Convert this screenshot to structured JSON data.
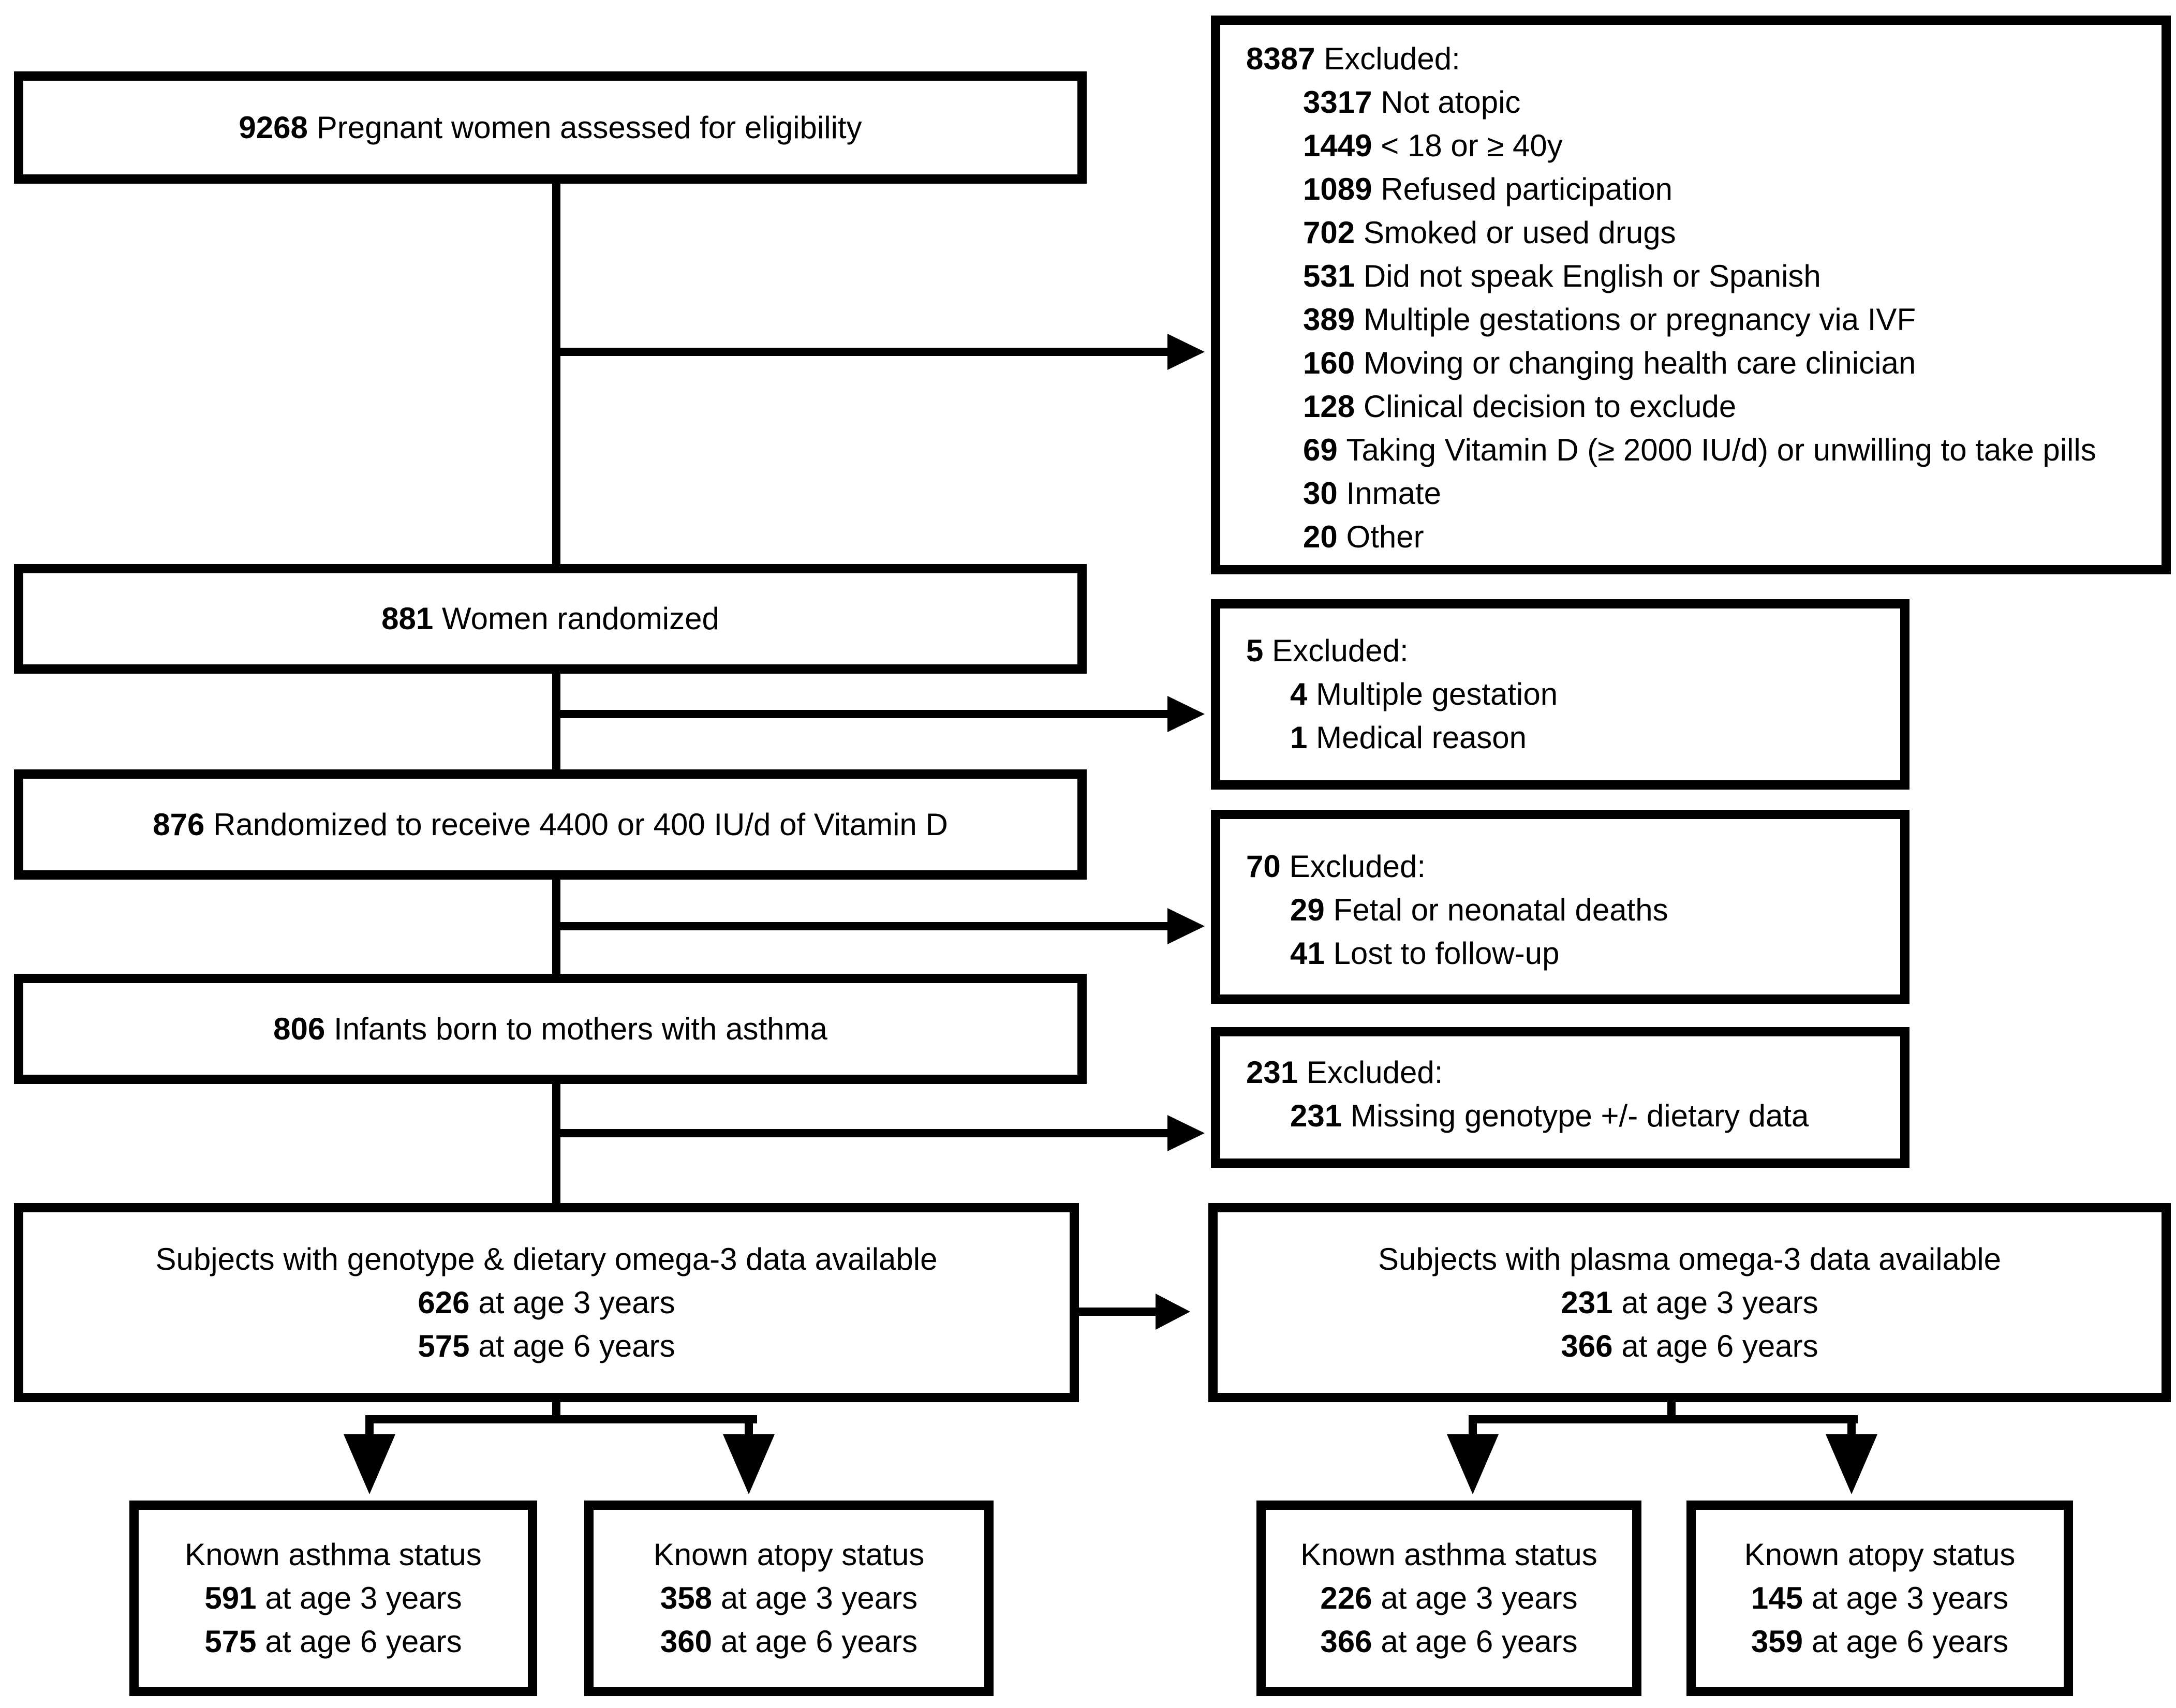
{
  "colors": {
    "line": "#000000",
    "background": "#ffffff",
    "text": "#000000"
  },
  "boxes": {
    "eligibility": {
      "number": "9268",
      "label": "Pregnant women assessed for eligibility"
    },
    "randomized": {
      "number": "881",
      "label": "Women randomized"
    },
    "vitamin_d": {
      "number": "876",
      "label": "Randomized to receive 4400 or 400 IU/d of Vitamin D"
    },
    "infants": {
      "number": "806",
      "label": "Infants born to mothers with asthma"
    },
    "genotype": {
      "title": "Subjects with genotype & dietary omega-3 data available",
      "age3": {
        "number": "626",
        "label": "at age 3 years"
      },
      "age6": {
        "number": "575",
        "label": "at age 6 years"
      }
    },
    "plasma": {
      "title": "Subjects with plasma omega-3 data available",
      "age3": {
        "number": "231",
        "label": "at age 3 years"
      },
      "age6": {
        "number": "366",
        "label": "at age 6 years"
      }
    }
  },
  "exclusions": {
    "screening": {
      "number": "8387",
      "label": "Excluded:",
      "items": [
        {
          "number": "3317",
          "label": "Not atopic"
        },
        {
          "number": "1449",
          "label": "< 18 or ≥ 40y"
        },
        {
          "number": "1089",
          "label": "Refused participation"
        },
        {
          "number": "702",
          "label": "Smoked or used drugs"
        },
        {
          "number": "531",
          "label": "Did not speak English or Spanish"
        },
        {
          "number": "389",
          "label": "Multiple gestations or pregnancy via IVF"
        },
        {
          "number": "160",
          "label": "Moving or changing health care clinician"
        },
        {
          "number": "128",
          "label": "Clinical decision to exclude"
        },
        {
          "number": "69",
          "label": "Taking Vitamin D (≥ 2000 IU/d) or unwilling to take pills"
        },
        {
          "number": "30",
          "label": "Inmate"
        },
        {
          "number": "20",
          "label": "Other"
        }
      ]
    },
    "post_randomization": {
      "number": "5",
      "label": "Excluded:",
      "items": [
        {
          "number": "4",
          "label": "Multiple gestation"
        },
        {
          "number": "1",
          "label": "Medical reason"
        }
      ]
    },
    "births": {
      "number": "70",
      "label": "Excluded:",
      "items": [
        {
          "number": "29",
          "label": "Fetal or neonatal deaths"
        },
        {
          "number": "41",
          "label": "Lost to follow-up"
        }
      ]
    },
    "missing_data": {
      "number": "231",
      "label": "Excluded:",
      "items": [
        {
          "number": "231",
          "label": "Missing genotype +/- dietary data"
        }
      ]
    }
  },
  "outcomes": [
    {
      "title": "Known asthma status",
      "age3": {
        "number": "591",
        "label": "at age 3 years"
      },
      "age6": {
        "number": "575",
        "label": "at age 6 years"
      }
    },
    {
      "title": "Known atopy status",
      "age3": {
        "number": "358",
        "label": "at age 3 years"
      },
      "age6": {
        "number": "360",
        "label": "at age 6 years"
      }
    },
    {
      "title": "Known asthma status",
      "age3": {
        "number": "226",
        "label": "at age 3 years"
      },
      "age6": {
        "number": "366",
        "label": "at age 6 years"
      }
    },
    {
      "title": "Known atopy status",
      "age3": {
        "number": "145",
        "label": "at age 3 years"
      },
      "age6": {
        "number": "359",
        "label": "at age 6 years"
      }
    }
  ]
}
